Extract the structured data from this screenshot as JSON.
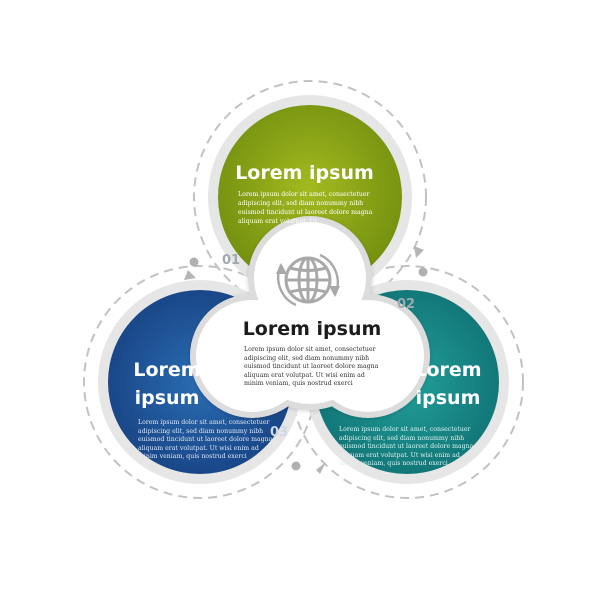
{
  "diagram": {
    "center": {
      "title": "Lorem ipsum",
      "body": "Lorem ipsum dolor sit amet, consectetuer adipiscing elit, sed diam nonummy nibh euismod tincidunt ut laoreet dolore magna aliquam erat volutpat. Ut wisi enim ad minim veniam, quis nostrud exerci",
      "icon": "globe-refresh-icon"
    },
    "segments": [
      {
        "number": "01",
        "title": "Lorem ipsum",
        "body": "Lorem ipsum dolor sit amet, consectetuer adipiscing elit, sed diam nonummy nibh euismod tincidunt ut laoreet dolore magna aliquam erat volutpat. Ut",
        "color": "#8fa417"
      },
      {
        "number": "02",
        "title_line1": "Lorem",
        "title_line2": "ipsum",
        "body": "Lorem ipsum dolor sit amet, consectetuer adipiscing elit, sed diam nonummy nibh euismod tincidunt ut laoreet dolore magna aliquam erat volutpat. Ut wisi enim ad minim veniam, quis nostrud exerci",
        "color": "#1a8a86"
      },
      {
        "number": "03",
        "title_line1": "Lorem",
        "title_line2": "ipsum",
        "body": "Lorem ipsum dolor sit amet, consectetuer adipiscing elit, sed diam nonummy nibh euismod tincidunt ut laoreet dolore magna aliquam erat volutpat. Ut wisi enim ad minim veniam, quis nostrud exerci",
        "color": "#1d5a9e"
      }
    ],
    "colors": {
      "ring": "#e4e4e4",
      "dashed_path": "#c2c2c2",
      "icon": "#a9a9a9"
    }
  }
}
